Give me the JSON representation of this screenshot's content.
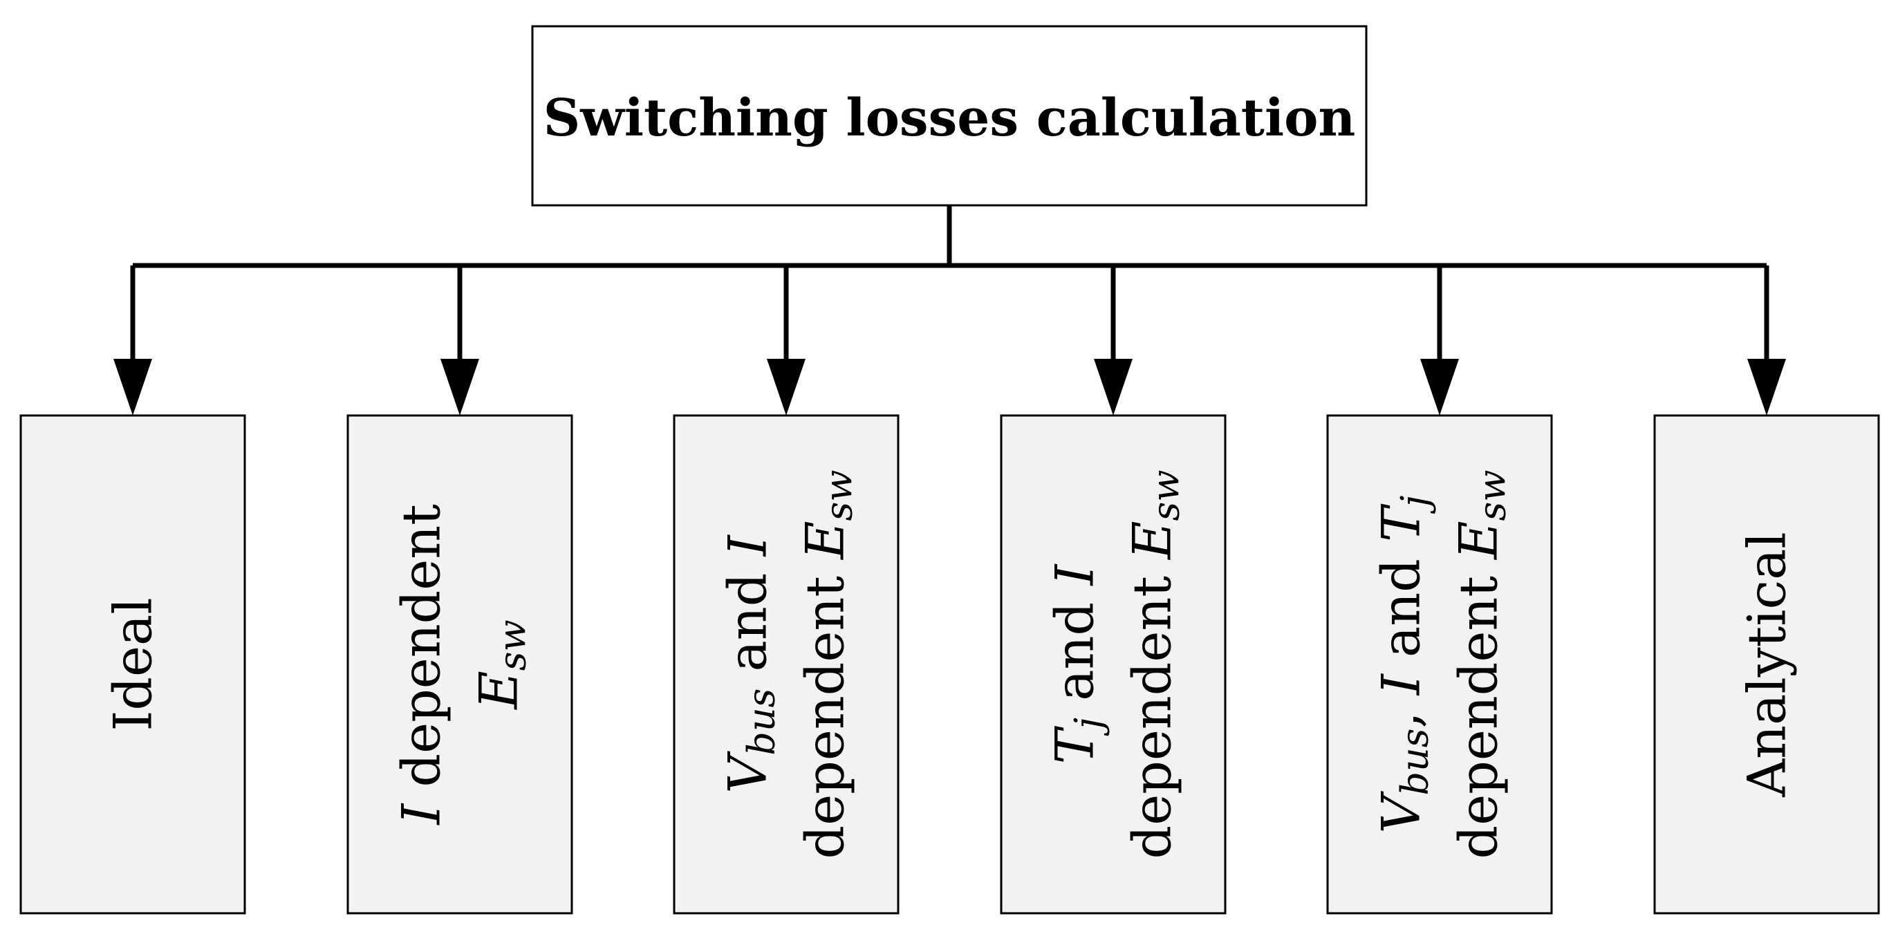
{
  "root": {
    "label": "Switching losses calculation"
  },
  "methods": [
    {
      "id": "ideal",
      "lines": [
        [
          {
            "t": "Ideal"
          }
        ]
      ]
    },
    {
      "id": "i-dependent",
      "lines": [
        [
          {
            "t": "I",
            "i": true
          },
          {
            "t": " dependent"
          }
        ],
        [
          {
            "t": "E",
            "i": true
          },
          {
            "t": "sw",
            "i": true,
            "sub": true
          }
        ]
      ]
    },
    {
      "id": "vbus-i-dependent",
      "lines": [
        [
          {
            "t": "V",
            "i": true
          },
          {
            "t": "bus",
            "i": true,
            "sub": true
          },
          {
            "t": " and "
          },
          {
            "t": "I",
            "i": true
          }
        ],
        [
          {
            "t": "dependent "
          },
          {
            "t": "E",
            "i": true
          },
          {
            "t": "sw",
            "i": true,
            "sub": true
          }
        ]
      ]
    },
    {
      "id": "tj-i-dependent",
      "lines": [
        [
          {
            "t": "T",
            "i": true
          },
          {
            "t": "j",
            "i": true,
            "sub": true
          },
          {
            "t": " and "
          },
          {
            "t": "I",
            "i": true
          }
        ],
        [
          {
            "t": "dependent "
          },
          {
            "t": "E",
            "i": true
          },
          {
            "t": "sw",
            "i": true,
            "sub": true
          }
        ]
      ]
    },
    {
      "id": "vbus-i-tj-dependent",
      "lines": [
        [
          {
            "t": "V",
            "i": true
          },
          {
            "t": "bus",
            "i": true,
            "sub": true
          },
          {
            "t": ", "
          },
          {
            "t": "I",
            "i": true
          },
          {
            "t": " and "
          },
          {
            "t": "T",
            "i": true
          },
          {
            "t": "j",
            "i": true,
            "sub": true
          }
        ],
        [
          {
            "t": "dependent "
          },
          {
            "t": "E",
            "i": true
          },
          {
            "t": "sw",
            "i": true,
            "sub": true
          }
        ]
      ]
    },
    {
      "id": "analytical",
      "lines": [
        [
          {
            "t": "Analytical"
          }
        ]
      ]
    }
  ]
}
